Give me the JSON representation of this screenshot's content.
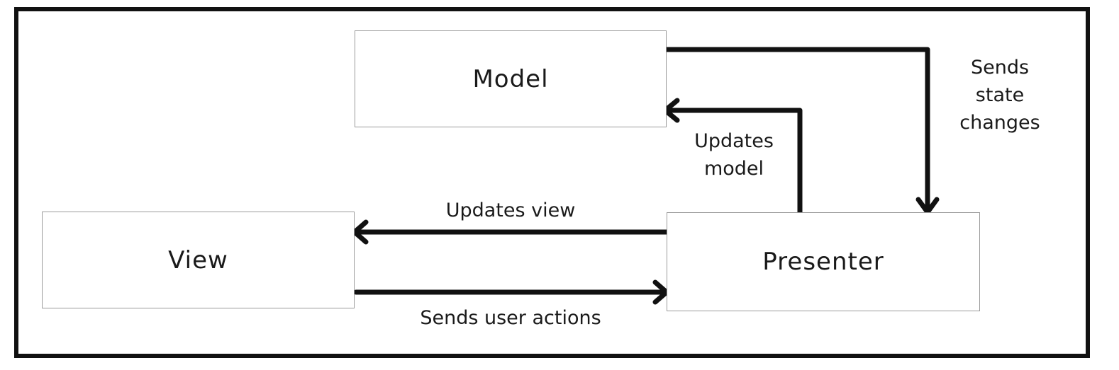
{
  "nodes": {
    "model": "Model",
    "view": "View",
    "presenter": "Presenter"
  },
  "edges": {
    "updates_view": "Updates view",
    "sends_user_actions": "Sends user actions",
    "updates_model": [
      "Updates",
      "model"
    ],
    "sends_state_changes": [
      "Sends",
      "state",
      "changes"
    ]
  },
  "colors": {
    "frame": "#111111",
    "box_border": "#9a9a9a",
    "arrow": "#111111"
  }
}
